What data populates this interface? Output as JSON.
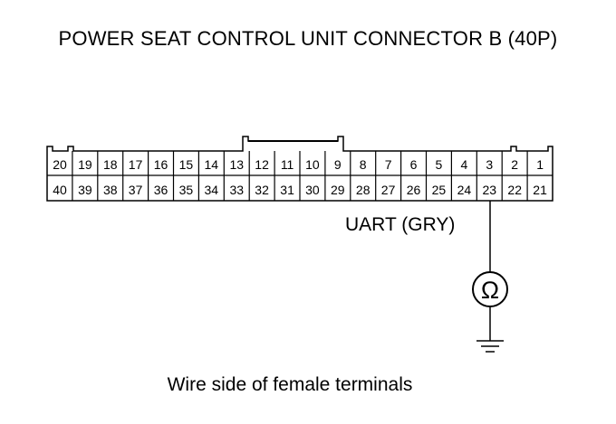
{
  "title": "POWER SEAT CONTROL UNIT CONNECTOR B (40P)",
  "top_row_pins": [
    "20",
    "19",
    "18",
    "17",
    "16",
    "15",
    "14",
    "13",
    "12",
    "11",
    "10",
    "9",
    "8",
    "7",
    "6",
    "5",
    "4",
    "3",
    "2",
    "1"
  ],
  "bottom_row_pins": [
    "40",
    "39",
    "38",
    "37",
    "36",
    "35",
    "34",
    "33",
    "32",
    "31",
    "30",
    "29",
    "28",
    "27",
    "26",
    "25",
    "24",
    "23",
    "22",
    "21"
  ],
  "probed_pin": "23",
  "wire_label": "UART (GRY)",
  "meter_symbol": "Ω",
  "caption": "Wire side of female terminals",
  "colors": {
    "line": "#000000",
    "background": "#ffffff"
  }
}
